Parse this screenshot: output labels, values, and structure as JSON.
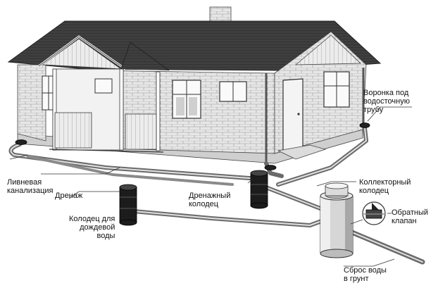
{
  "labels": {
    "funnel": [
      "Воронка под",
      "водосточную",
      "трубу"
    ],
    "storm_sewer": [
      "Ливневая",
      "канализация"
    ],
    "drainage": [
      "Дренаж"
    ],
    "collector_well": [
      "Коллекторный",
      "колодец"
    ],
    "drain_well": [
      "Дренажный",
      "колодец"
    ],
    "check_valve": [
      "Обратный",
      "клапан"
    ],
    "rain_well": [
      "Колодец для",
      "дождевой",
      "воды"
    ],
    "discharge": [
      "Сброс воды",
      "в грунт"
    ]
  },
  "colors": {
    "roof": "#3a3a3a",
    "brick": "#e4e4e4",
    "wall_light": "#f4f4f4",
    "pipe": "#6f6f6f",
    "well_dark": "#1c1c1c",
    "well_light": "#d6d6d6"
  }
}
